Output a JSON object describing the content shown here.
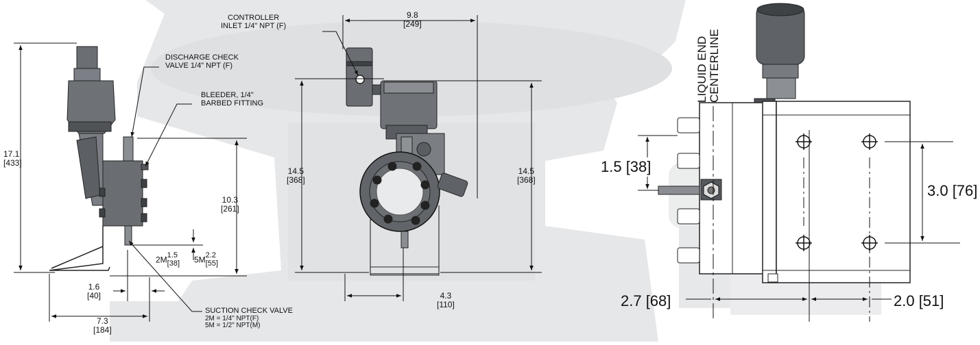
{
  "colors": {
    "background": "#ffffff",
    "ghost_fill": "#e6e7e9",
    "line": "#111111",
    "pump_body": "#5f6368"
  },
  "callouts": {
    "controller_inlet": [
      "CONTROLLER",
      "INLET 1/4\" NPT (F)"
    ],
    "discharge_check": [
      "DISCHARGE CHECK",
      "VALVE 1/4\" NPT (F)"
    ],
    "bleeder": [
      "BLEEDER, 1/4\"",
      "BARBED FITTING"
    ],
    "suction_check": [
      "SUCTION CHECK VALVE",
      "2M = 1/4\" NPT(F)",
      "5M = 1/2\" NPT(M)"
    ]
  },
  "dimensions": {
    "overall_height": [
      "17.1",
      "[433]"
    ],
    "discharge_height": [
      "10.3",
      "[261]"
    ],
    "offset_1_6": [
      "1.6",
      "[40]"
    ],
    "base_width": [
      "7.3",
      "[184]"
    ],
    "suction_2m": {
      "prefix": "2M",
      "top": "1.5",
      "bottom": "[38]"
    },
    "suction_5m": {
      "prefix": "5M",
      "top": "2.2",
      "bottom": "[55]"
    },
    "front_width": [
      "9.8",
      "[249]"
    ],
    "front_height_left": [
      "14.5",
      "[368]"
    ],
    "front_height_right": [
      "14.5",
      "[368]"
    ],
    "front_base": [
      "4.3",
      "[110]"
    ],
    "side_offset": "1.5 [38]",
    "mount_height": "3.0 [76]",
    "liquid_end_offset": "2.7 [68]",
    "mount_width": "2.0 [51]",
    "centerline": [
      "LIQUID END",
      "CENTERLINE"
    ]
  }
}
